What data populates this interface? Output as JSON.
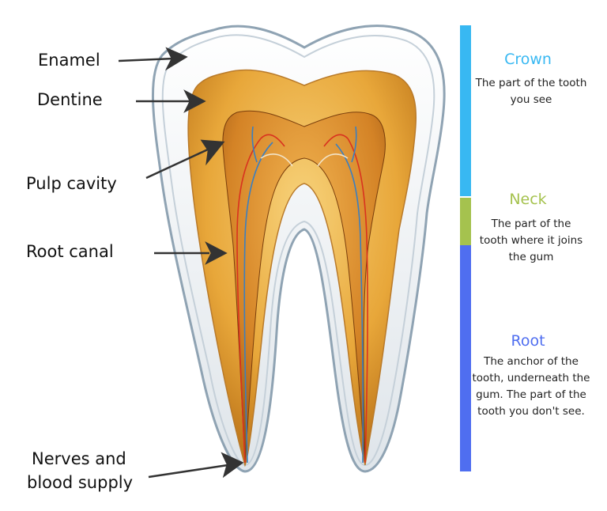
{
  "labels": {
    "enamel": "Enamel",
    "dentine": "Dentine",
    "pulp_cavity": "Pulp cavity",
    "root_canal": "Root canal",
    "nerves_line1": "Nerves and",
    "nerves_line2": "blood supply"
  },
  "sections": {
    "crown": {
      "title": "Crown",
      "desc_line1": "The part of the tooth",
      "desc_line2": "you see",
      "color": "#38b8f2"
    },
    "neck": {
      "title": "Neck",
      "desc_line1": "The part of the",
      "desc_line2": "tooth where it joins",
      "desc_line3": "the gum",
      "color": "#a5c24e"
    },
    "root": {
      "title": "Root",
      "desc_line1": "The anchor of the",
      "desc_line2": "tooth, underneath the",
      "desc_line3": "gum. The part of the",
      "desc_line4": "tooth you don't see.",
      "color": "#4f6ef0"
    }
  },
  "colors": {
    "enamel": "#eef1f4",
    "dentine": "#e8a73a",
    "pulp": "#c9731f",
    "nerve_red": "#d9321f",
    "nerve_blue": "#3a7fc1"
  }
}
